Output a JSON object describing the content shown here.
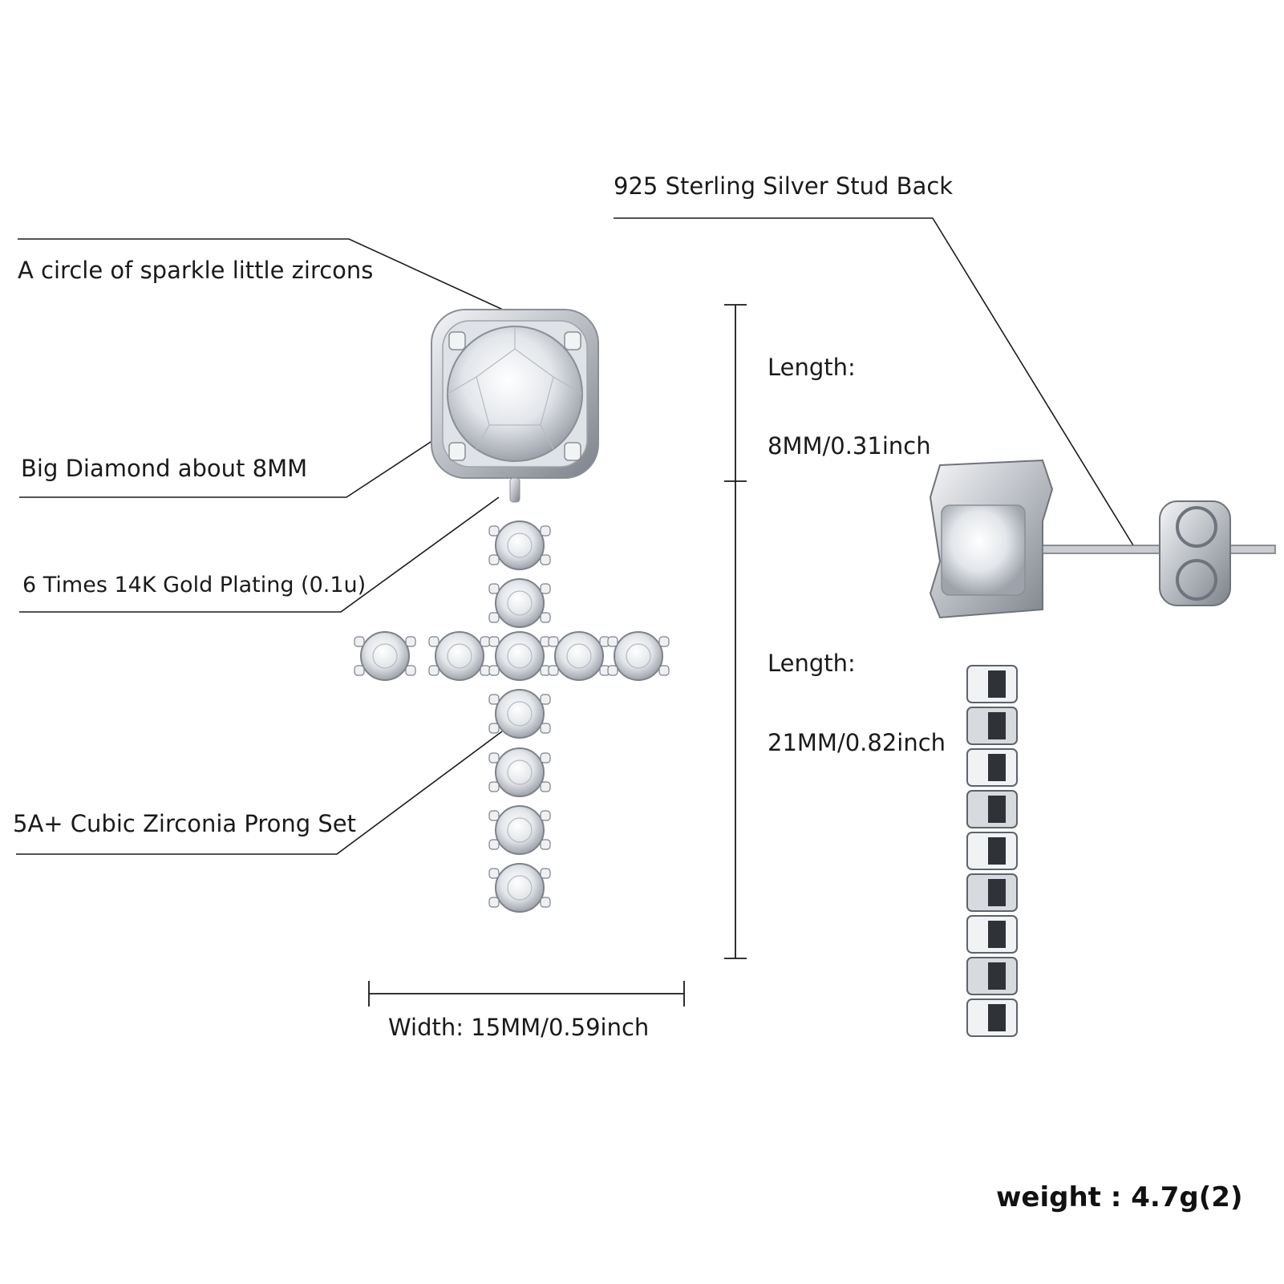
{
  "callouts": {
    "stud_back": "925 Sterling Silver Stud Back",
    "zircons_circle": "A circle of sparkle little zircons",
    "big_diamond": "Big Diamond about 8MM",
    "gold_plating": "6 Times 14K Gold Plating (0.1u)",
    "cubic_zirconia": "5A+ Cubic Zirconia Prong Set"
  },
  "dimensions": {
    "top_length_label": "Length:",
    "top_length_value": "8MM/0.31inch",
    "cross_length_label": "Length:",
    "cross_length_value": "21MM/0.82inch",
    "width": "Width: 15MM/0.59inch"
  },
  "weight": "weight : 4.7g(2)",
  "colors": {
    "metal": "#c9ccd1",
    "line": "#1a1a1a",
    "stone": "#eef0f3"
  }
}
